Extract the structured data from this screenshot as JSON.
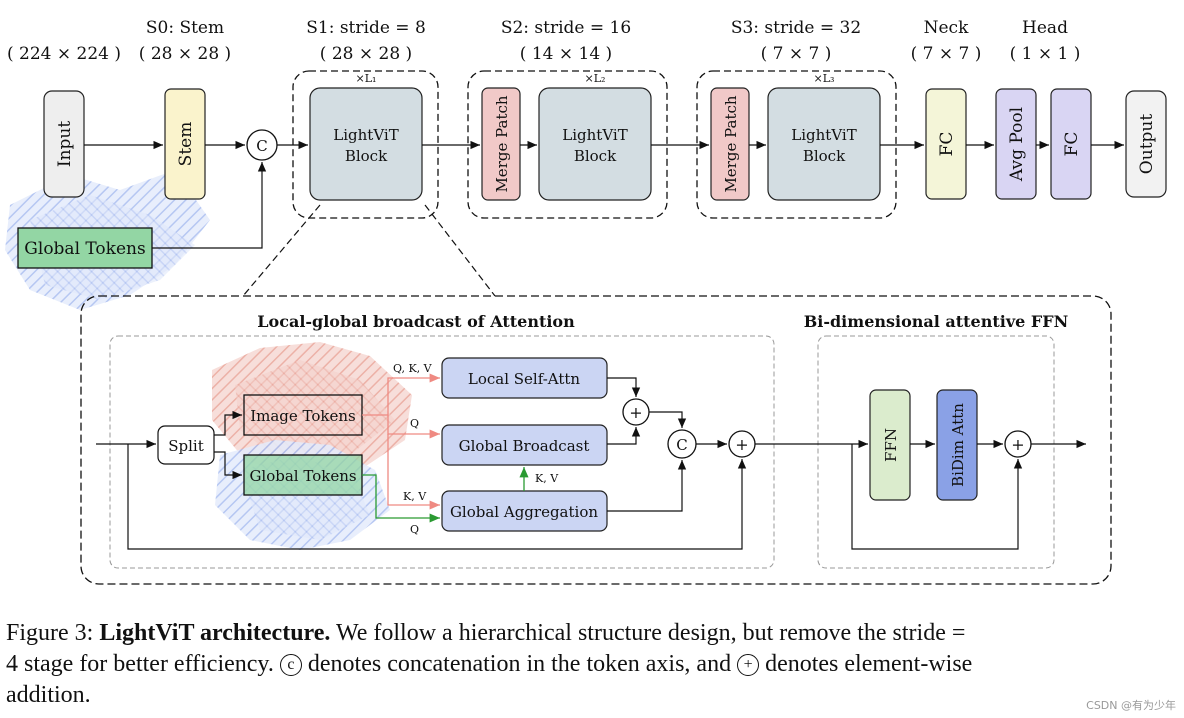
{
  "stages": {
    "input_res": "( 224 × 224 )",
    "s0_title": "S0: Stem",
    "s0_res": "( 28 × 28 )",
    "s1_title": "S1: stride = 8",
    "s1_res": "( 28 × 28 )",
    "s2_title": "S2: stride = 16",
    "s2_res": "( 14 × 14 )",
    "s3_title": "S3: stride = 32",
    "s3_res": "( 7 × 7 )",
    "neck_title": "Neck",
    "neck_res": "( 7 × 7 )",
    "head_title": "Head",
    "head_res": "( 1 × 1 )"
  },
  "blocks": {
    "input": "Input",
    "stem": "Stem",
    "concat_symbol": "C",
    "global_tokens": "Global Tokens",
    "lightvit_line1": "LightViT",
    "lightvit_line2": "Block",
    "merge_patch": "Merge Patch",
    "fc": "FC",
    "avg_pool": "Avg Pool",
    "output": "Output",
    "repeat_l1": "×L₁",
    "repeat_l2": "×L₂",
    "repeat_l3": "×L₃"
  },
  "detail": {
    "attn_title": "Local-global broadcast of Attention",
    "ffn_title": "Bi-dimensional attentive FFN",
    "split": "Split",
    "image_tokens": "Image Tokens",
    "global_tokens": "Global Tokens",
    "local_self_attn": "Local Self-Attn",
    "global_broadcast": "Global Broadcast",
    "global_aggregation": "Global Aggregation",
    "qkv": "Q, K, V",
    "q": "Q",
    "kv": "K, V",
    "kv_up": "K, V",
    "q_bottom": "Q",
    "plus_symbol": "+",
    "concat_symbol": "C",
    "ffn": "FFN",
    "bidim_attn": "BiDim Attn"
  },
  "caption": {
    "label": "Figure 3:",
    "bold_title": "LightViT architecture.",
    "text_1": "We follow a hierarchical structure design, but remove the stride =",
    "text_2": "4 stage for better efficiency.",
    "concat_symbol": "c",
    "text_3": "denotes concatenation in the token axis, and",
    "plus_symbol": "+",
    "text_4": "denotes element-wise",
    "text_5": "addition."
  },
  "watermark": "CSDN @有为少年",
  "colors": {
    "input": "#eeeeee",
    "stem": "#faf3cc",
    "lightvit": "#d3dde2",
    "merge_patch": "#f1c9c8",
    "fc": "#f4f5d8",
    "avg_pool": "#d9d5f3",
    "output": "#f2f2f2",
    "global_tokens": "#93d6a4",
    "attn_box": "#cbd5f3",
    "ffn": "#dbeccd",
    "bidim": "#8aa1e6",
    "red_arrow": "#ef8a82",
    "green_arrow": "#2a9a32",
    "hatch_blue": "#b7c7f0",
    "hatch_red": "#eaa9a0"
  }
}
